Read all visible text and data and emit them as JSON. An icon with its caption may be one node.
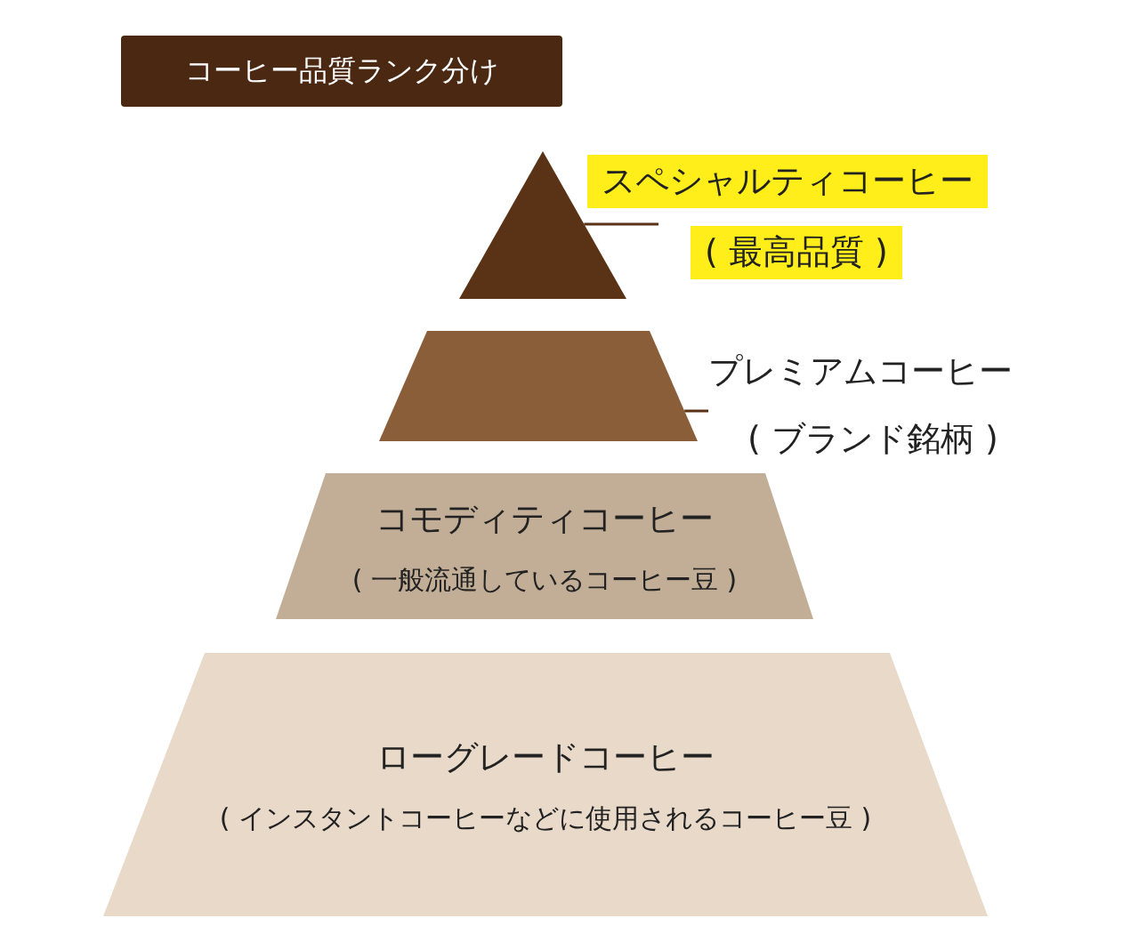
{
  "diagram": {
    "title": "コーヒー品質ランク分け",
    "nodes": [
      {
        "text": [
          "スペシャルティコーヒー",
          "( 最高品質 )"
        ]
      },
      {
        "text": [],
        "shape": "triangle"
      },
      {
        "text": [
          "プレミアムコーヒー",
          "( ブランド銘柄 )"
        ]
      },
      {
        "text": [],
        "shape": "trapezoid"
      },
      {
        "text": [
          "コモディティコーヒー",
          "( 一般流通しているコーヒー豆 )"
        ]
      },
      {
        "text": [
          "ローグレードコーヒー",
          "( インスタントコーヒーなどに使用されるコーヒー豆 )"
        ]
      }
    ],
    "edges": [
      {
        "from": 0,
        "to": 1,
        "arrow": "none"
      },
      {
        "from": 2,
        "to": 3,
        "arrow": "none"
      }
    ]
  }
}
